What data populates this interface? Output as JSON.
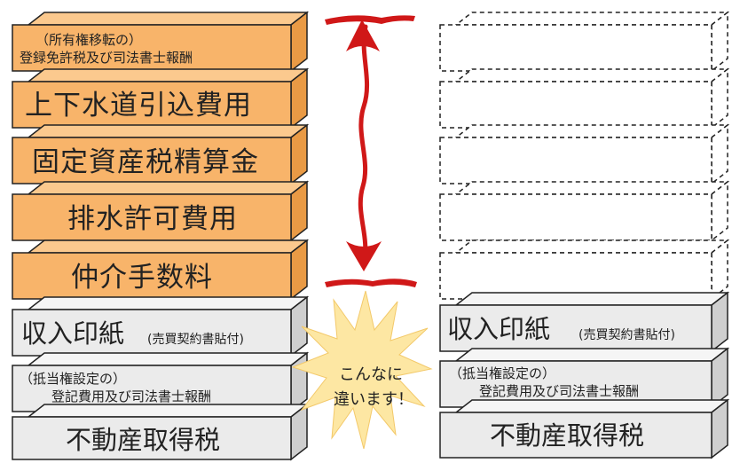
{
  "left_stack": [
    {
      "line1": "（所有権移転の）",
      "line2": "登録免許税及び司法書士報酬",
      "kind": "extra"
    },
    {
      "label": "上下水道引込費用",
      "kind": "extra"
    },
    {
      "label": "固定資産税精算金",
      "kind": "extra"
    },
    {
      "label": "排水許可費用",
      "kind": "extra"
    },
    {
      "label": "仲介手数料",
      "kind": "extra"
    },
    {
      "label": "収入印紙",
      "note": "(売買契約書貼付)",
      "kind": "common"
    },
    {
      "line1": "（抵当権設定の）",
      "line2": "登記費用及び司法書士報酬",
      "kind": "common"
    },
    {
      "label": "不動産取得税",
      "kind": "common"
    }
  ],
  "right_stack": [
    {
      "label": "収入印紙",
      "note": "(売買契約書貼付)"
    },
    {
      "line1": "（抵当権設定の）",
      "line2": "登記費用及び司法書士報酬"
    },
    {
      "label": "不動産取得税"
    }
  ],
  "burst": {
    "line1": "こんなに",
    "line2": "違います！"
  },
  "colors": {
    "orange_front": "#f8b46a",
    "orange_top": "#fbc98e",
    "orange_side": "#e99a45",
    "gray_front": "#ebebeb",
    "gray_top": "#f5f5f5",
    "gray_side": "#cfcfcf",
    "arrow": "#d01818",
    "burst": "#fde7a3"
  }
}
